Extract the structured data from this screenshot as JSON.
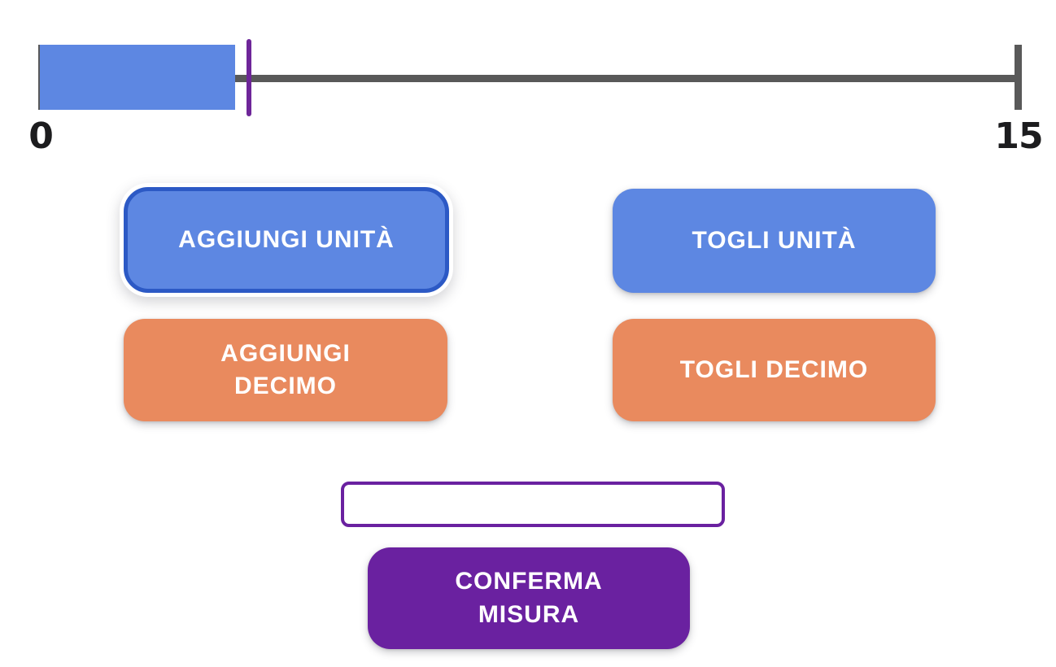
{
  "ruler": {
    "min": 0,
    "max": 15,
    "min_label": "0",
    "max_label": "15",
    "bar_value": 3.0,
    "marker_value": 3.2
  },
  "buttons": {
    "add_unit_label": "AGGIUNGI UNITÀ",
    "remove_unit_label": "TOGLI UNITÀ",
    "add_tenth_label": "AGGIUNGI\nDECIMO",
    "remove_tenth_label": "TOGLI DECIMO",
    "confirm_label": "CONFERMA\nMISURA"
  },
  "measure_input": {
    "value": ""
  },
  "colors": {
    "blue": "#5d87e2",
    "blue_border": "#2c59c5",
    "orange": "#e98a5e",
    "purple": "#6a21a0",
    "marker_purple": "#6e2699",
    "ruler_gray": "#595959",
    "label_dark": "#1c1c1e"
  }
}
